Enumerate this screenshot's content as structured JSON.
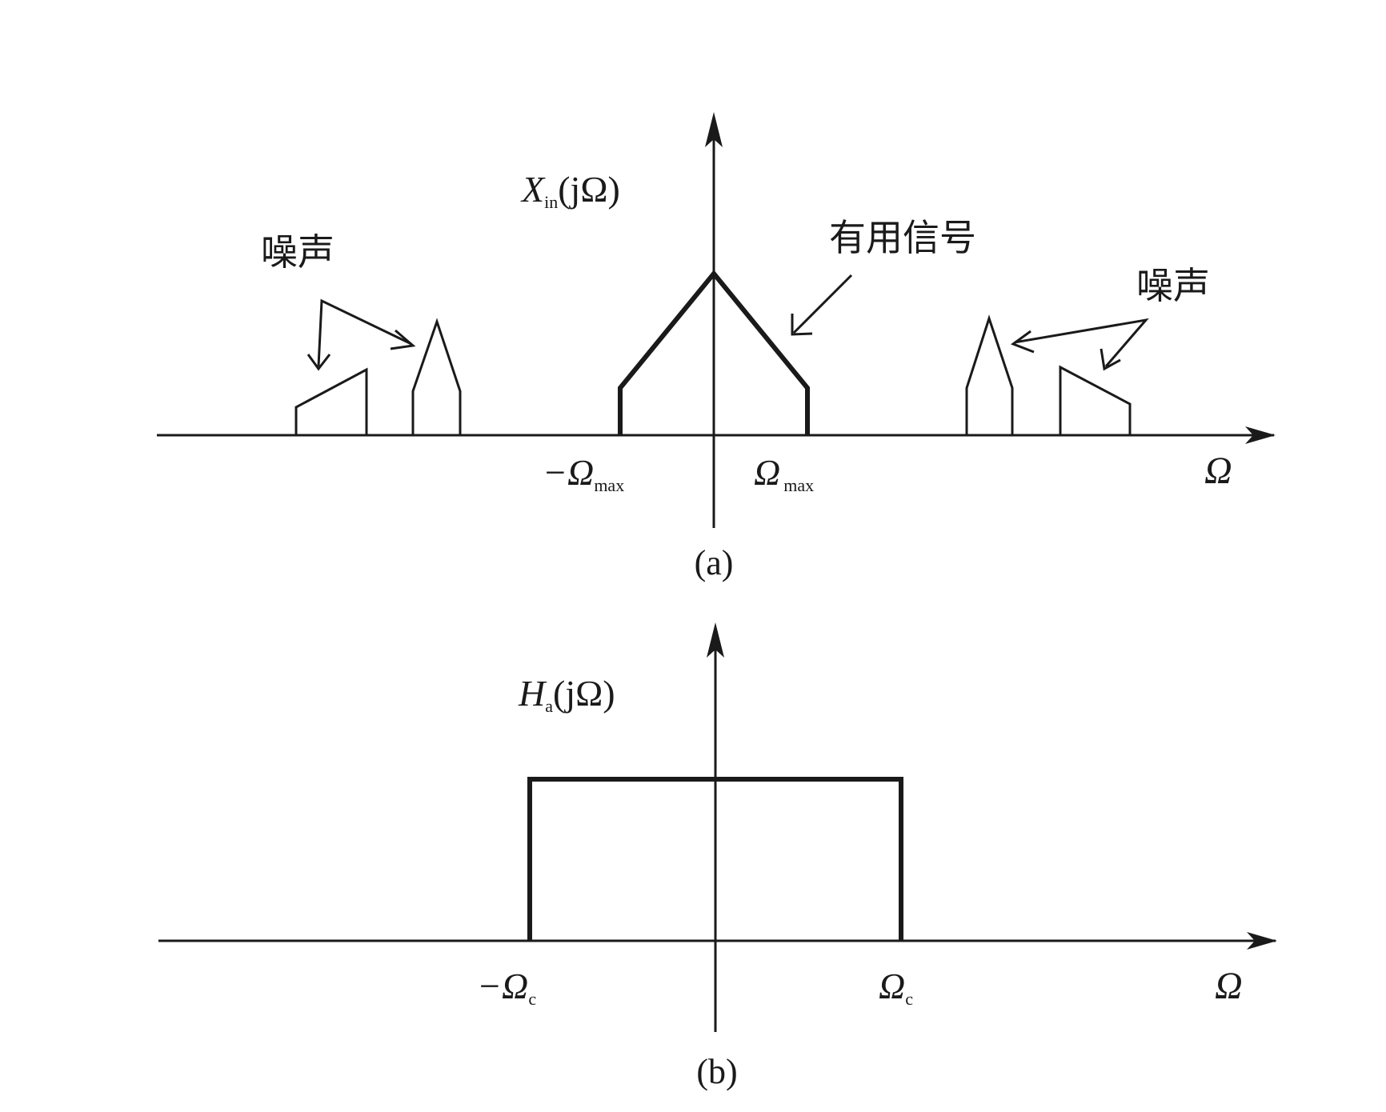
{
  "panel_a": {
    "y_label": {
      "main": "X",
      "sub": "in",
      "arg": "(jΩ)"
    },
    "x_label": "Ω",
    "tick_neg_max": {
      "main": "−Ω",
      "sub": "max"
    },
    "tick_pos_max": {
      "main": "Ω",
      "sub": "max"
    },
    "annotation_noise_left": "噪声",
    "annotation_noise_right": "噪声",
    "annotation_signal": "有用信号",
    "caption": "(a)"
  },
  "panel_b": {
    "y_label": {
      "main": "H",
      "sub": "a",
      "arg": "(jΩ)"
    },
    "x_label": "Ω",
    "tick_neg_c": {
      "main": "−Ω",
      "sub": "c"
    },
    "tick_pos_c": {
      "main": "Ω",
      "sub": "c"
    },
    "caption": "(b)"
  },
  "colors": {
    "ink": "#1a1a1a",
    "background": "#ffffff"
  }
}
